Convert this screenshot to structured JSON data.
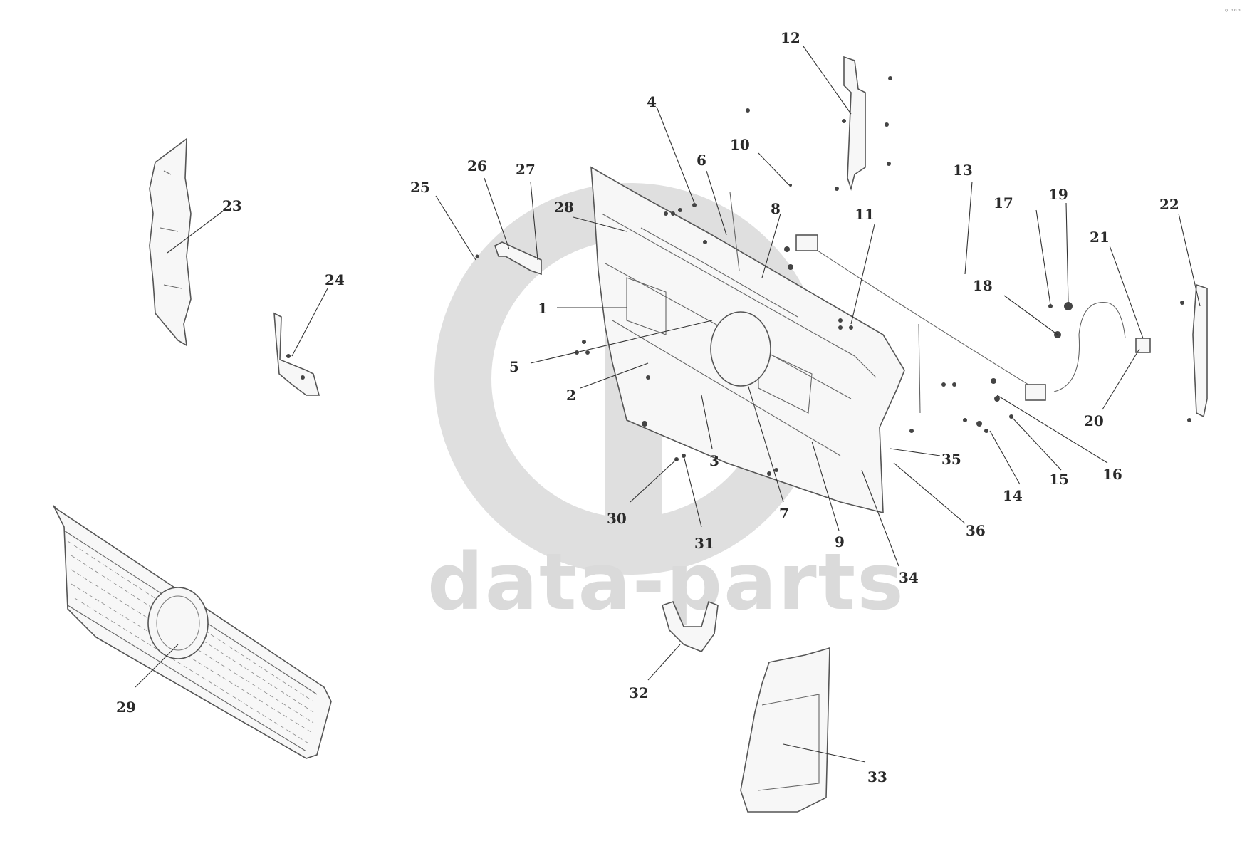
{
  "watermark": {
    "text": "data-parts"
  },
  "corner_mark": "⁰ °°°",
  "labels": [
    {
      "id": "1",
      "text": "1"
    },
    {
      "id": "2",
      "text": "2"
    },
    {
      "id": "3",
      "text": "3"
    },
    {
      "id": "4",
      "text": "4"
    },
    {
      "id": "5",
      "text": "5"
    },
    {
      "id": "6",
      "text": "6"
    },
    {
      "id": "7",
      "text": "7"
    },
    {
      "id": "8",
      "text": "8"
    },
    {
      "id": "9",
      "text": "9"
    },
    {
      "id": "10",
      "text": "10"
    },
    {
      "id": "11",
      "text": "11"
    },
    {
      "id": "12",
      "text": "12"
    },
    {
      "id": "13",
      "text": "13"
    },
    {
      "id": "14",
      "text": "14"
    },
    {
      "id": "15",
      "text": "15"
    },
    {
      "id": "16",
      "text": "16"
    },
    {
      "id": "17",
      "text": "17"
    },
    {
      "id": "18",
      "text": "18"
    },
    {
      "id": "19",
      "text": "19"
    },
    {
      "id": "20",
      "text": "20"
    },
    {
      "id": "21",
      "text": "21"
    },
    {
      "id": "22",
      "text": "22"
    },
    {
      "id": "23",
      "text": "23"
    },
    {
      "id": "24",
      "text": "24"
    },
    {
      "id": "25",
      "text": "25"
    },
    {
      "id": "26",
      "text": "26"
    },
    {
      "id": "27",
      "text": "27"
    },
    {
      "id": "28",
      "text": "28"
    },
    {
      "id": "29",
      "text": "29"
    },
    {
      "id": "30",
      "text": "30"
    },
    {
      "id": "31",
      "text": "31"
    },
    {
      "id": "32",
      "text": "32"
    },
    {
      "id": "33",
      "text": "33"
    },
    {
      "id": "34",
      "text": "34"
    },
    {
      "id": "35",
      "text": "35"
    },
    {
      "id": "36",
      "text": "36"
    }
  ]
}
